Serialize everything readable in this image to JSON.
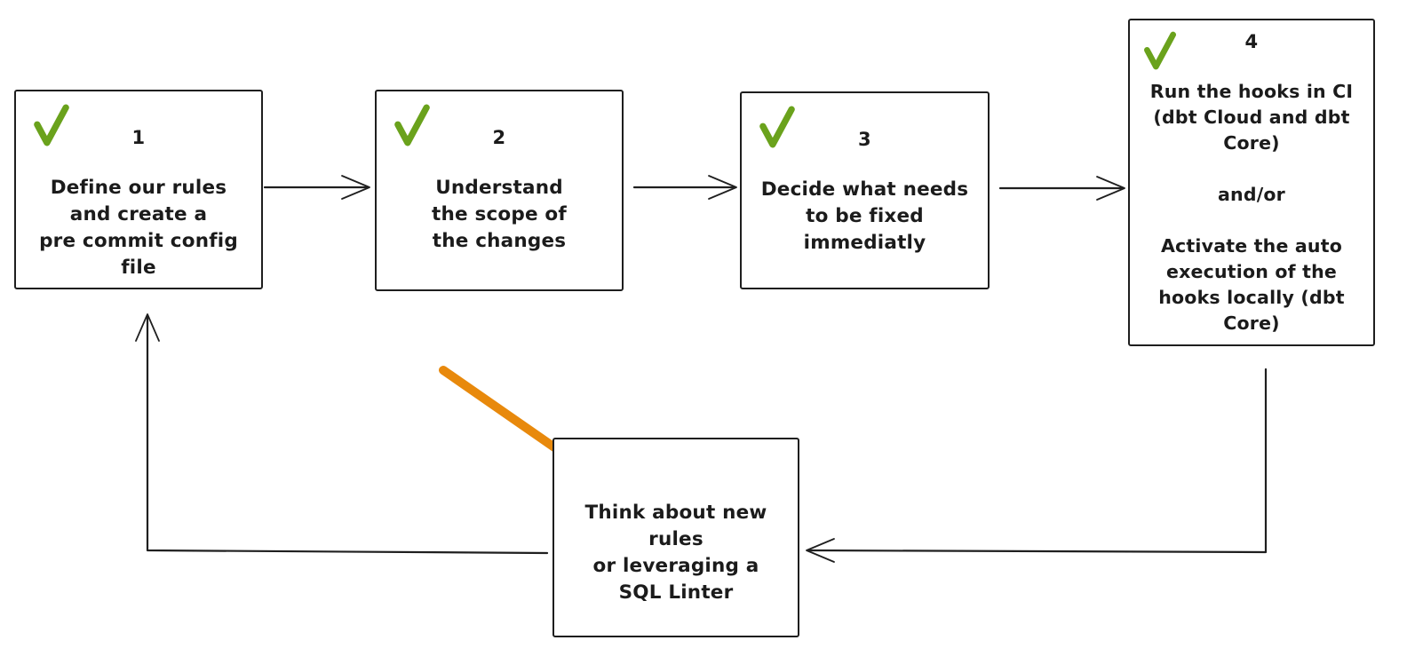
{
  "diagram": {
    "title": "pre-commit workflow diagram",
    "steps": {
      "step1": {
        "number": "1",
        "text": "Define our rules\nand create a\npre commit config file",
        "checked": true
      },
      "step2": {
        "number": "2",
        "text": "Understand\nthe scope of\nthe changes",
        "checked": true
      },
      "step3": {
        "number": "3",
        "text": "Decide what needs\nto be fixed\nimmediatly",
        "checked": true
      },
      "step4": {
        "number": "4",
        "text": "Run the hooks in CI\n(dbt Cloud and dbt\nCore)\n\nand/or\n\nActivate the auto\nexecution of the\nhooks locally (dbt\nCore)",
        "checked": true
      },
      "loop": {
        "text": "Think about new rules\nor leveraging a\nSQL Linter",
        "checked": false
      }
    },
    "connections": [
      "step1 -> step2",
      "step2 -> step3",
      "step3 -> step4",
      "step4 -> loop",
      "loop -> step1"
    ],
    "colors": {
      "check_green": "#6aa21c",
      "highlight_orange": "#e8890c",
      "ink": "#1f1f1f",
      "background": "#ffffff"
    }
  }
}
